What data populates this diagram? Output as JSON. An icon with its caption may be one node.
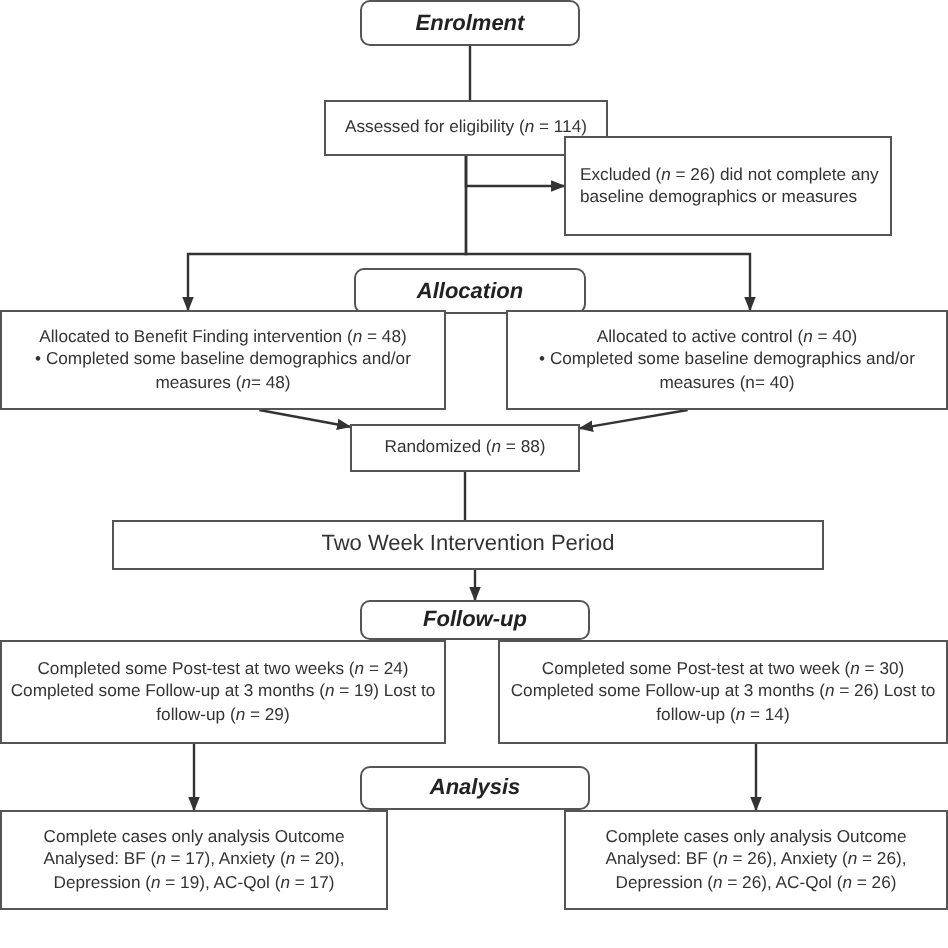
{
  "diagram": {
    "nodes": [
      {
        "text": [
          "Enrolment"
        ]
      },
      {
        "text": [
          "Assessed for eligibility (*n* = 114)"
        ]
      },
      {
        "text": [
          "Excluded (*n* = 26) did not complete any baseline demographics or measures"
        ]
      },
      {
        "text": [
          "Allocation"
        ]
      },
      {
        "text": [
          "Allocated to Benefit Finding intervention (*n* = 48)",
          "• Completed some baseline demographics and/or measures (*n*= 48)"
        ]
      },
      {
        "text": [
          "Allocated to active control (*n* = 40)",
          "• Completed some baseline demographics and/or measures (n= 40)"
        ]
      },
      {
        "text": [
          "Randomized (*n* = 88)"
        ]
      },
      {
        "text": [
          "Two Week Intervention Period"
        ]
      },
      {
        "text": [
          "Follow-up"
        ]
      },
      {
        "text": [
          "Completed some Post-test at two weeks (*n* = 24) Completed some Follow-up at 3 months (*n* = 19) Lost to follow-up (*n* = 29)"
        ]
      },
      {
        "text": [
          "Completed some Post-test at two week (*n* = 30) Completed some Follow-up at 3 months (*n* = 26) Lost to follow-up (*n* = 14)"
        ]
      },
      {
        "text": [
          "Analysis"
        ]
      },
      {
        "text": [
          "Complete cases only analysis Outcome Analysed: BF (*n* = 17), Anxiety (*n* = 20), Depression (*n* = 19), AC-Qol (*n* = 17)"
        ]
      },
      {
        "text": [
          "Complete cases only analysis Outcome Analysed: BF (*n* = 26), Anxiety (*n* = 26), Depression (*n* = 26), AC-Qol (*n* = 26)"
        ]
      }
    ],
    "edges": [
      {
        "from": 0,
        "to": 1,
        "arrow": "none"
      },
      {
        "from": 1,
        "to": 2,
        "arrow": "to"
      },
      {
        "from": 1,
        "to": 4,
        "arrow": "to"
      },
      {
        "from": 1,
        "to": 5,
        "arrow": "to"
      },
      {
        "from": 4,
        "to": 6,
        "arrow": "to"
      },
      {
        "from": 5,
        "to": 6,
        "arrow": "to"
      },
      {
        "from": 6,
        "to": 7,
        "arrow": "none"
      },
      {
        "from": 7,
        "to": 8,
        "arrow": "to"
      },
      {
        "from": 9,
        "to": 12,
        "arrow": "to"
      },
      {
        "from": 10,
        "to": 13,
        "arrow": "to"
      }
    ]
  }
}
